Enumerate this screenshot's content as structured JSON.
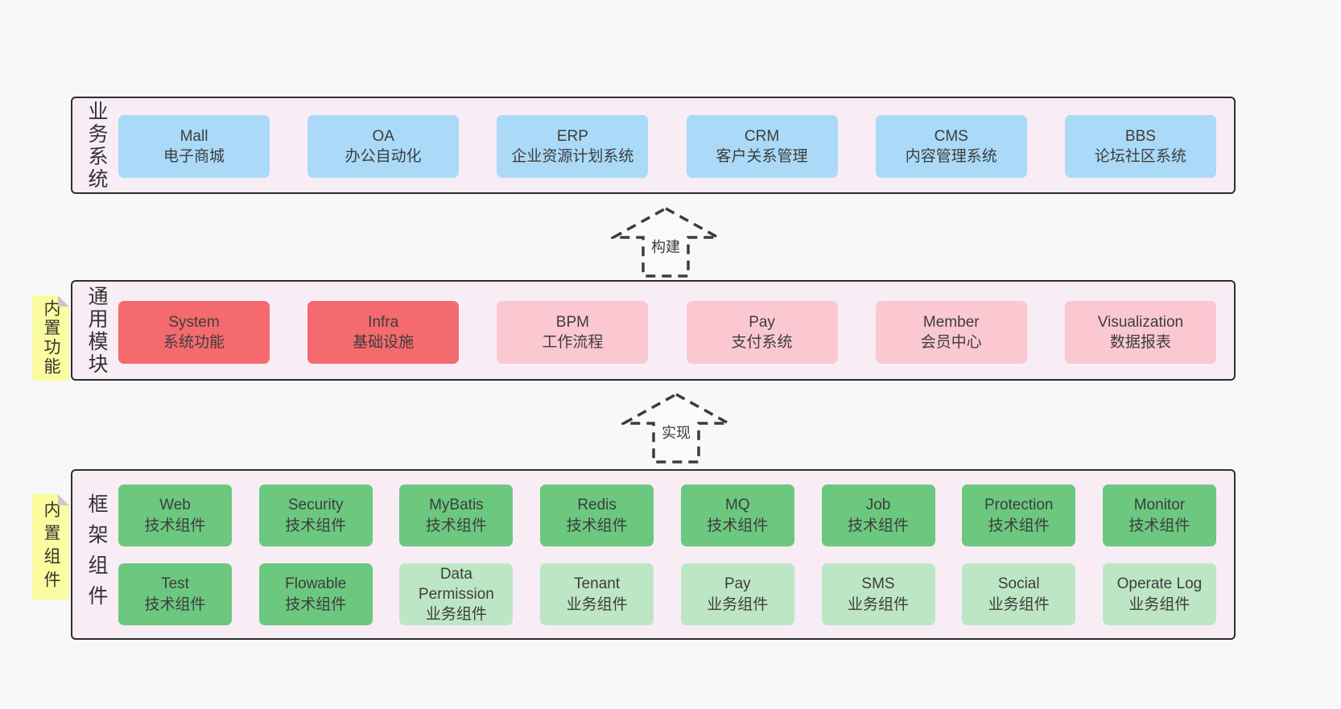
{
  "palette": {
    "blue": "#aadaf8",
    "red": "#f56a6e",
    "pink": "#fbc8d2",
    "green": "#6cc87f",
    "green_light": "#bde6c5",
    "yellow_tag": "#fbfba0",
    "layer_bg": "#f8edf5",
    "page_bg": "#f8f8f8",
    "border": "#2e2e2e",
    "text": "#3d3d3d"
  },
  "arrows": [
    {
      "label": "构建"
    },
    {
      "label": "实现"
    }
  ],
  "layers": [
    {
      "side_label": "业务系统",
      "tag": null,
      "rows": [
        [
          {
            "en": "Mall",
            "zh": "电子商城",
            "color": "blue"
          },
          {
            "en": "OA",
            "zh": "办公自动化",
            "color": "blue"
          },
          {
            "en": "ERP",
            "zh": "企业资源计划系统",
            "color": "blue"
          },
          {
            "en": "CRM",
            "zh": "客户关系管理",
            "color": "blue"
          },
          {
            "en": "CMS",
            "zh": "内容管理系统",
            "color": "blue"
          },
          {
            "en": "BBS",
            "zh": "论坛社区系统",
            "color": "blue"
          }
        ]
      ]
    },
    {
      "side_label": "通用模块",
      "tag": "内置功能",
      "rows": [
        [
          {
            "en": "System",
            "zh": "系统功能",
            "color": "red"
          },
          {
            "en": "Infra",
            "zh": "基础设施",
            "color": "red"
          },
          {
            "en": "BPM",
            "zh": "工作流程",
            "color": "pink"
          },
          {
            "en": "Pay",
            "zh": "支付系统",
            "color": "pink"
          },
          {
            "en": "Member",
            "zh": "会员中心",
            "color": "pink"
          },
          {
            "en": "Visualization",
            "zh": "数据报表",
            "color": "pink"
          }
        ]
      ]
    },
    {
      "side_label": "框架组件",
      "tag": "内置组件",
      "rows": [
        [
          {
            "en": "Web",
            "zh": "技术组件",
            "color": "green"
          },
          {
            "en": "Security",
            "zh": "技术组件",
            "color": "green"
          },
          {
            "en": "MyBatis",
            "zh": "技术组件",
            "color": "green"
          },
          {
            "en": "Redis",
            "zh": "技术组件",
            "color": "green"
          },
          {
            "en": "MQ",
            "zh": "技术组件",
            "color": "green"
          },
          {
            "en": "Job",
            "zh": "技术组件",
            "color": "green"
          },
          {
            "en": "Protection",
            "zh": "技术组件",
            "color": "green"
          },
          {
            "en": "Monitor",
            "zh": "技术组件",
            "color": "green"
          }
        ],
        [
          {
            "en": "Test",
            "zh": "技术组件",
            "color": "green"
          },
          {
            "en": "Flowable",
            "zh": "技术组件",
            "color": "green"
          },
          {
            "en": "Data Permission",
            "zh": "业务组件",
            "color": "green_light"
          },
          {
            "en": "Tenant",
            "zh": "业务组件",
            "color": "green_light"
          },
          {
            "en": "Pay",
            "zh": "业务组件",
            "color": "green_light"
          },
          {
            "en": "SMS",
            "zh": "业务组件",
            "color": "green_light"
          },
          {
            "en": "Social",
            "zh": "业务组件",
            "color": "green_light"
          },
          {
            "en": "Operate Log",
            "zh": "业务组件",
            "color": "green_light"
          }
        ]
      ]
    }
  ]
}
